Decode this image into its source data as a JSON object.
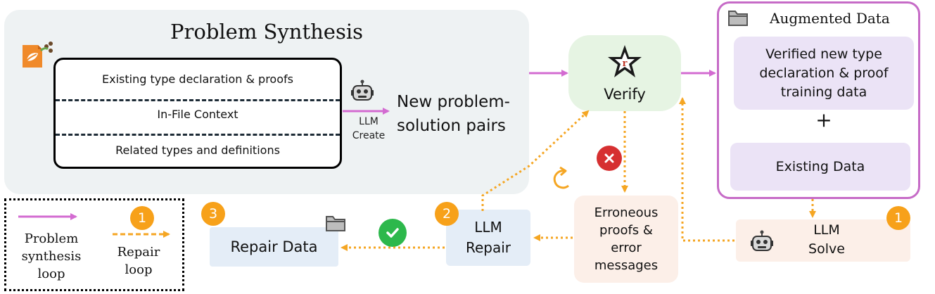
{
  "synthesis": {
    "title": "Problem Synthesis",
    "context_rows": [
      "Existing type declaration & proofs",
      "In-File Context",
      "Related types and definitions"
    ],
    "output_lines": [
      "New problem-",
      "solution pairs"
    ],
    "llm_create_lines": [
      "LLM",
      "Create"
    ]
  },
  "verify": {
    "label": "Verify",
    "star_letter": "r"
  },
  "augmented": {
    "title": "Augmented Data",
    "verified_lines": [
      "Verified new type",
      "declaration & proof",
      "training data"
    ],
    "plus": "+",
    "existing": "Existing Data"
  },
  "errors": {
    "lines": [
      "Erroneous",
      "proofs &",
      "error",
      "messages"
    ],
    "icon": "x-mark-icon"
  },
  "llm_repair": {
    "lines": [
      "LLM",
      "Repair"
    ],
    "badge": "2"
  },
  "repair_data": {
    "label": "Repair Data",
    "badge": "3",
    "icon": "folder-icon"
  },
  "llm_solve": {
    "lines": [
      "LLM",
      "Solve"
    ],
    "badge": "1",
    "icon": "robot-icon"
  },
  "legend": {
    "synthesis_lines": [
      "Problem",
      "synthesis",
      "loop"
    ],
    "repair_lines": [
      "Repair",
      "loop"
    ],
    "repair_badge": "1"
  },
  "colors": {
    "synthesis_arrow": "#d36bd1",
    "repair_arrow": "#f5a623",
    "badge": "#f7a11a",
    "verify_bg": "#e6f4e3",
    "augmented_border": "#c66bc7",
    "augmented_item_bg": "#ebe3f6",
    "repair_bg": "#e4edf7",
    "error_bg": "#fcefe8",
    "error_red": "#d63031",
    "check_green": "#2db84c"
  }
}
